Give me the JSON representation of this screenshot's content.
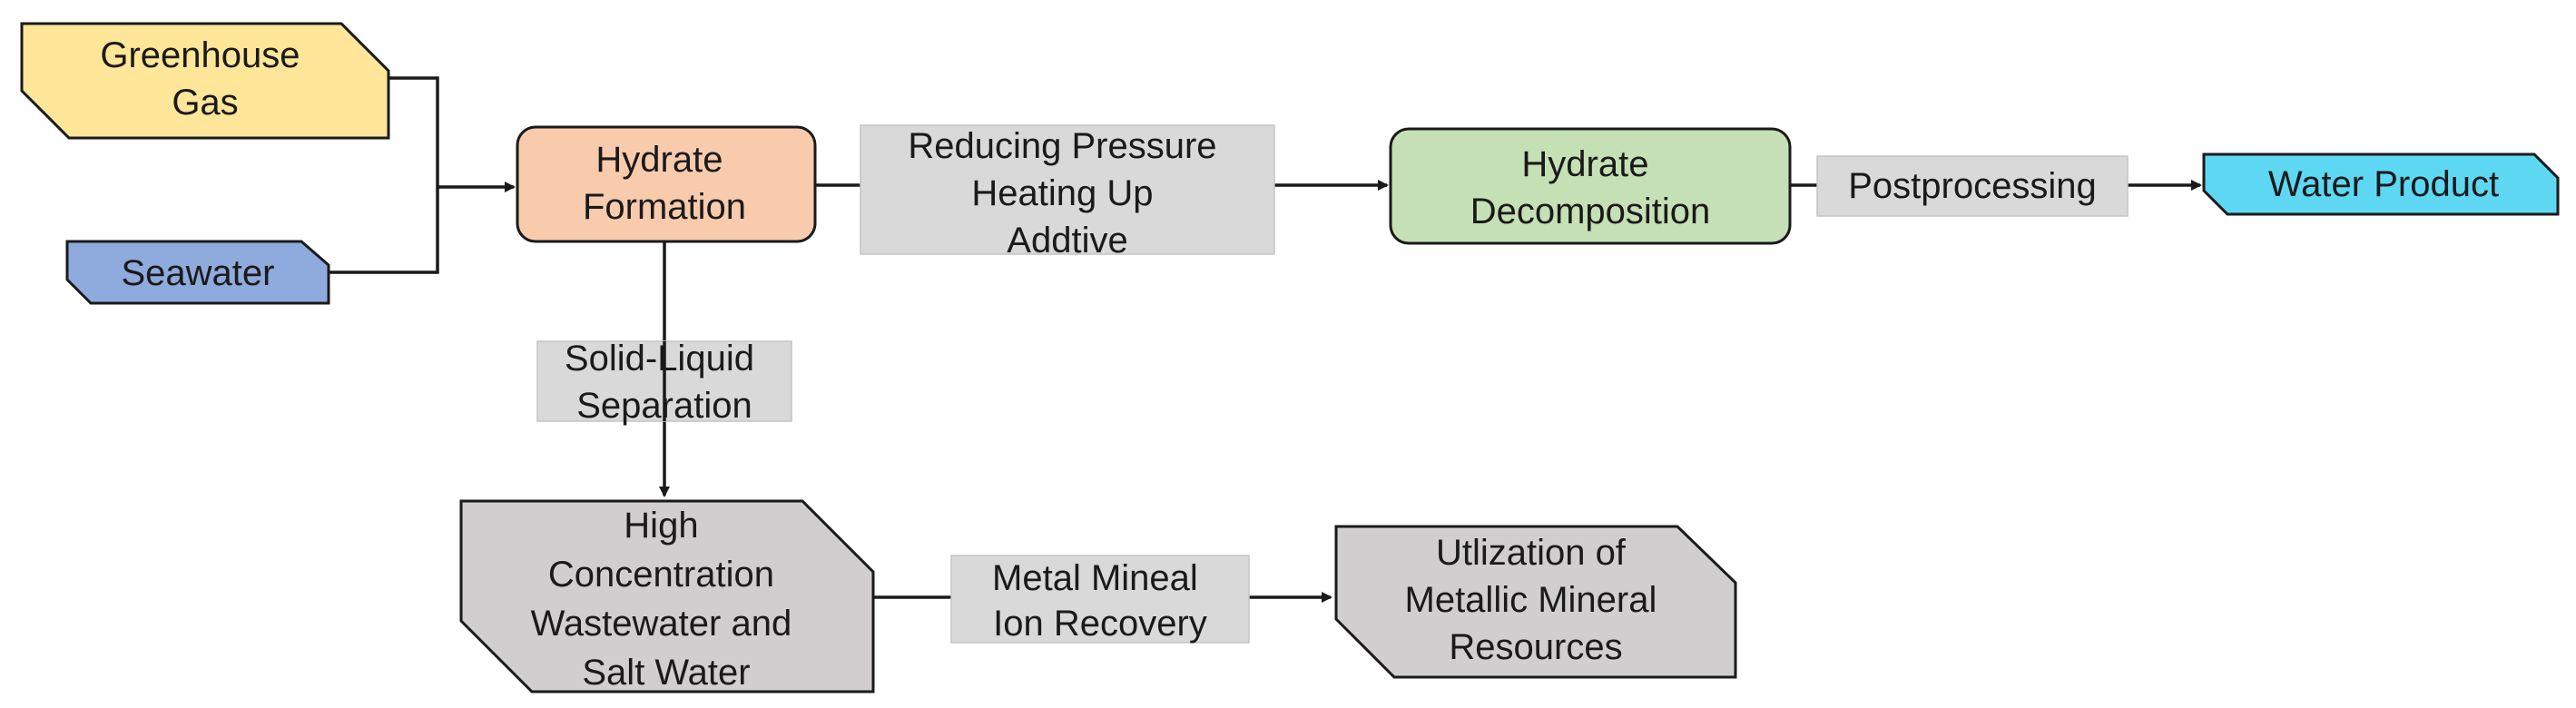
{
  "colors": {
    "greenhouse_gas": "#ffe699",
    "seawater": "#8faadc",
    "hydrate_formation": "#f8cbad",
    "hydrate_decomposition": "#c5e0b4",
    "water_product": "#5ed8f2",
    "gray_node": "#d0cece",
    "process_label": "#d9d9d9",
    "line": "#1a1a1a"
  },
  "nodes": {
    "greenhouse_gas": [
      "Greenhouse",
      "Gas"
    ],
    "seawater": [
      "Seawater"
    ],
    "hydrate_formation": [
      "Hydrate",
      "Formation"
    ],
    "hydrate_decomposition": [
      "Hydrate",
      "Decomposition"
    ],
    "water_product": [
      "Water Product"
    ],
    "wastewater": [
      "High",
      "Concentration",
      "Wastewater and",
      "Salt Water"
    ],
    "metallic_resources": [
      "Utlization of",
      "Metallic Mineral",
      "Resources"
    ]
  },
  "process_labels": {
    "pressure_heating": [
      "Reducing Pressure",
      "Heating Up",
      "Addtive"
    ],
    "postprocessing": [
      "Postprocessing"
    ],
    "solid_liquid": [
      "Solid-Liquid",
      "Separation"
    ],
    "ion_recovery": [
      "Metal Mineal",
      "Ion Recovery"
    ]
  }
}
